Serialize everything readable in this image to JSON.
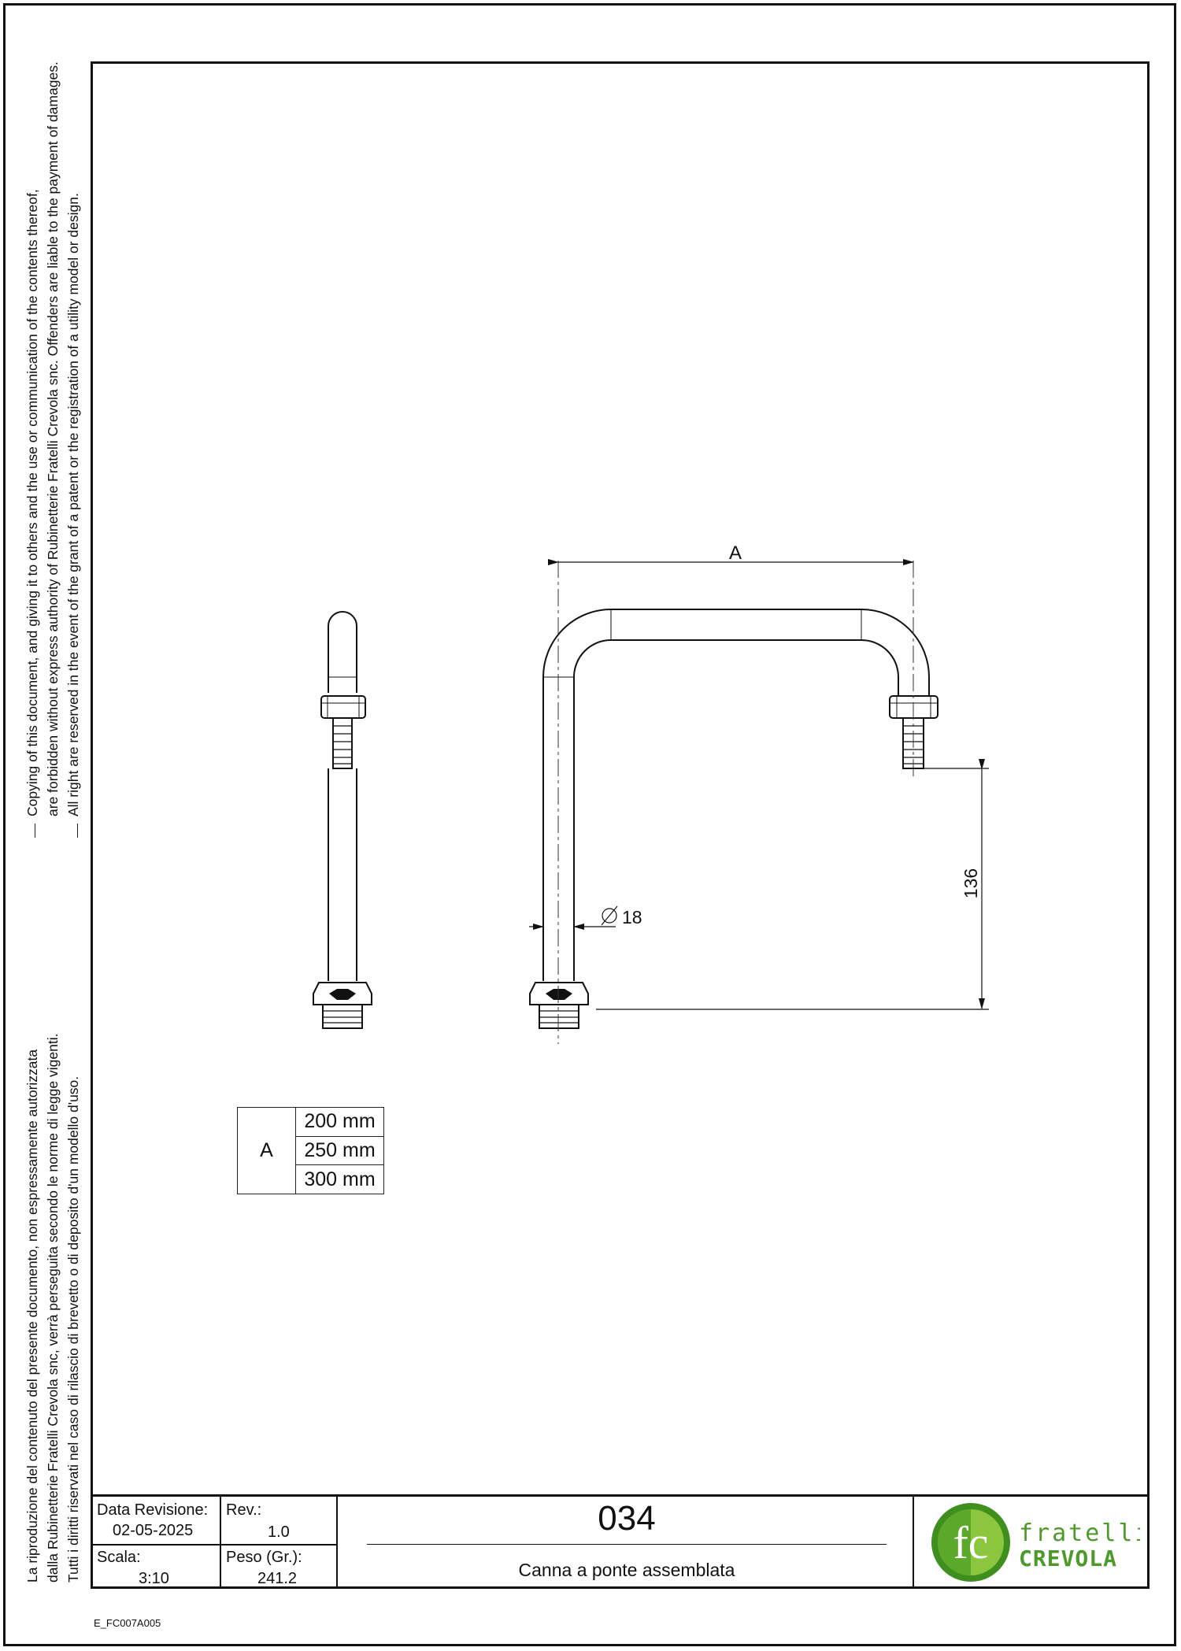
{
  "notice": {
    "english_lines": [
      "Copying of this document, and giving it to others and the use or communication of the contents thereof,",
      "are forbidden without express authority of Rubinetterie Fratelli Crevola snc. Offenders are liable to the payment of damages.",
      "All right are reserved in the event of the grant of a patent or the registration of a utility model or design."
    ],
    "italian_lines": [
      "La riproduzione del contenuto del presente documento, non espressamente autorizzata",
      "dalla Rubinetterie Fratelli Crevola snc, verrà perseguita secondo le norme di legge vigenti.",
      "Tutti i diritti riservati nel caso di rilascio di brevetto o di deposito d'un modello d'uso."
    ]
  },
  "drawing": {
    "dim_a_label": "A",
    "diameter_label": "18",
    "height_label": "136"
  },
  "size_table": {
    "label": "A",
    "values": [
      "200 mm",
      "250 mm",
      "300 mm"
    ]
  },
  "title_block": {
    "data_revisione_label": "Data Revisione:",
    "data_revisione_value": "02-05-2025",
    "rev_label": "Rev.:",
    "rev_value": "1.0",
    "scala_label": "Scala:",
    "scala_value": "3:10",
    "peso_label": "Peso (Gr.):",
    "peso_value": "241.2",
    "part_number": "034",
    "part_description": "Canna a ponte assemblata"
  },
  "logo": {
    "monogram": "fc",
    "line1": "fratelli",
    "line2": "CREVOLA",
    "colors": {
      "green_dark": "#3f8f1f",
      "green_light": "#8cc63f",
      "text_green": "#4c9a2a"
    }
  },
  "document_code": "E_FC007A005"
}
